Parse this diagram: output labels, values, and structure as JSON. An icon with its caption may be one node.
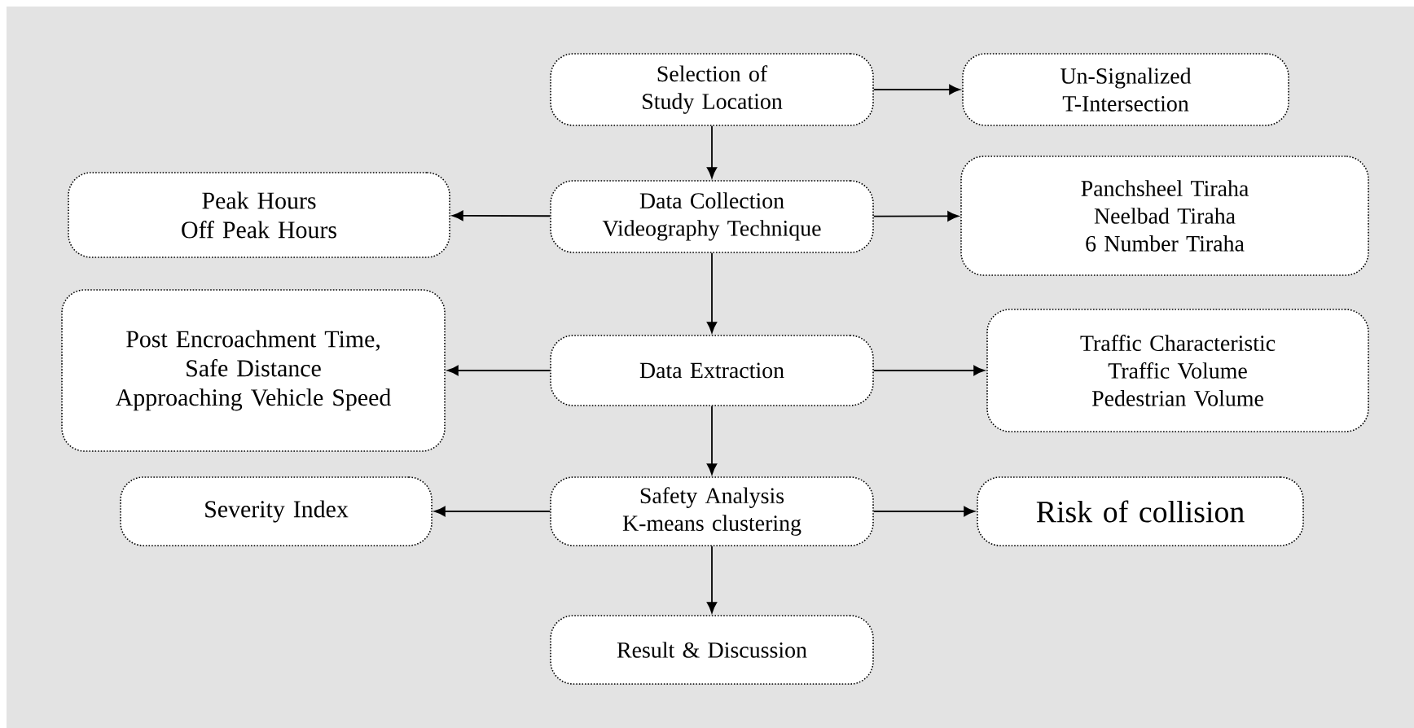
{
  "diagram": {
    "nodes": [
      {
        "text": [
          "Selection of Study Location"
        ]
      },
      {
        "text": [
          "Un-Signalized T-Intersection"
        ]
      },
      {
        "text": [
          "Data Collection",
          "Videography Technique"
        ]
      },
      {
        "text": [
          "Peak Hours",
          "Off Peak Hours"
        ]
      },
      {
        "text": [
          "Panchsheel Tiraha",
          "Neelbad Tiraha",
          "6 Number Tiraha"
        ]
      },
      {
        "text": [
          "Post Encroachment Time,",
          "Safe Distance",
          "Approaching Vehicle  Speed"
        ]
      },
      {
        "text": [
          "Data Extraction"
        ]
      },
      {
        "text": [
          "Traffic Characteristic",
          "Traffic Volume",
          "Pedestrian Volume"
        ]
      },
      {
        "text": [
          "Safety Analysis",
          "K-means clustering"
        ]
      },
      {
        "text": [
          "Severity Index"
        ]
      },
      {
        "text": [
          "Risk of collision"
        ]
      },
      {
        "text": [
          "Result & Discussion"
        ]
      }
    ],
    "edges": [
      {
        "from": 0,
        "to": 1,
        "arrow": "to"
      },
      {
        "from": 0,
        "to": 2,
        "arrow": "to"
      },
      {
        "from": 2,
        "to": 3,
        "arrow": "to"
      },
      {
        "from": 2,
        "to": 4,
        "arrow": "to"
      },
      {
        "from": 2,
        "to": 6,
        "arrow": "to"
      },
      {
        "from": 6,
        "to": 5,
        "arrow": "to"
      },
      {
        "from": 6,
        "to": 7,
        "arrow": "to"
      },
      {
        "from": 6,
        "to": 8,
        "arrow": "to"
      },
      {
        "from": 8,
        "to": 9,
        "arrow": "to"
      },
      {
        "from": 8,
        "to": 10,
        "arrow": "to"
      },
      {
        "from": 8,
        "to": 11,
        "arrow": "to"
      }
    ]
  }
}
